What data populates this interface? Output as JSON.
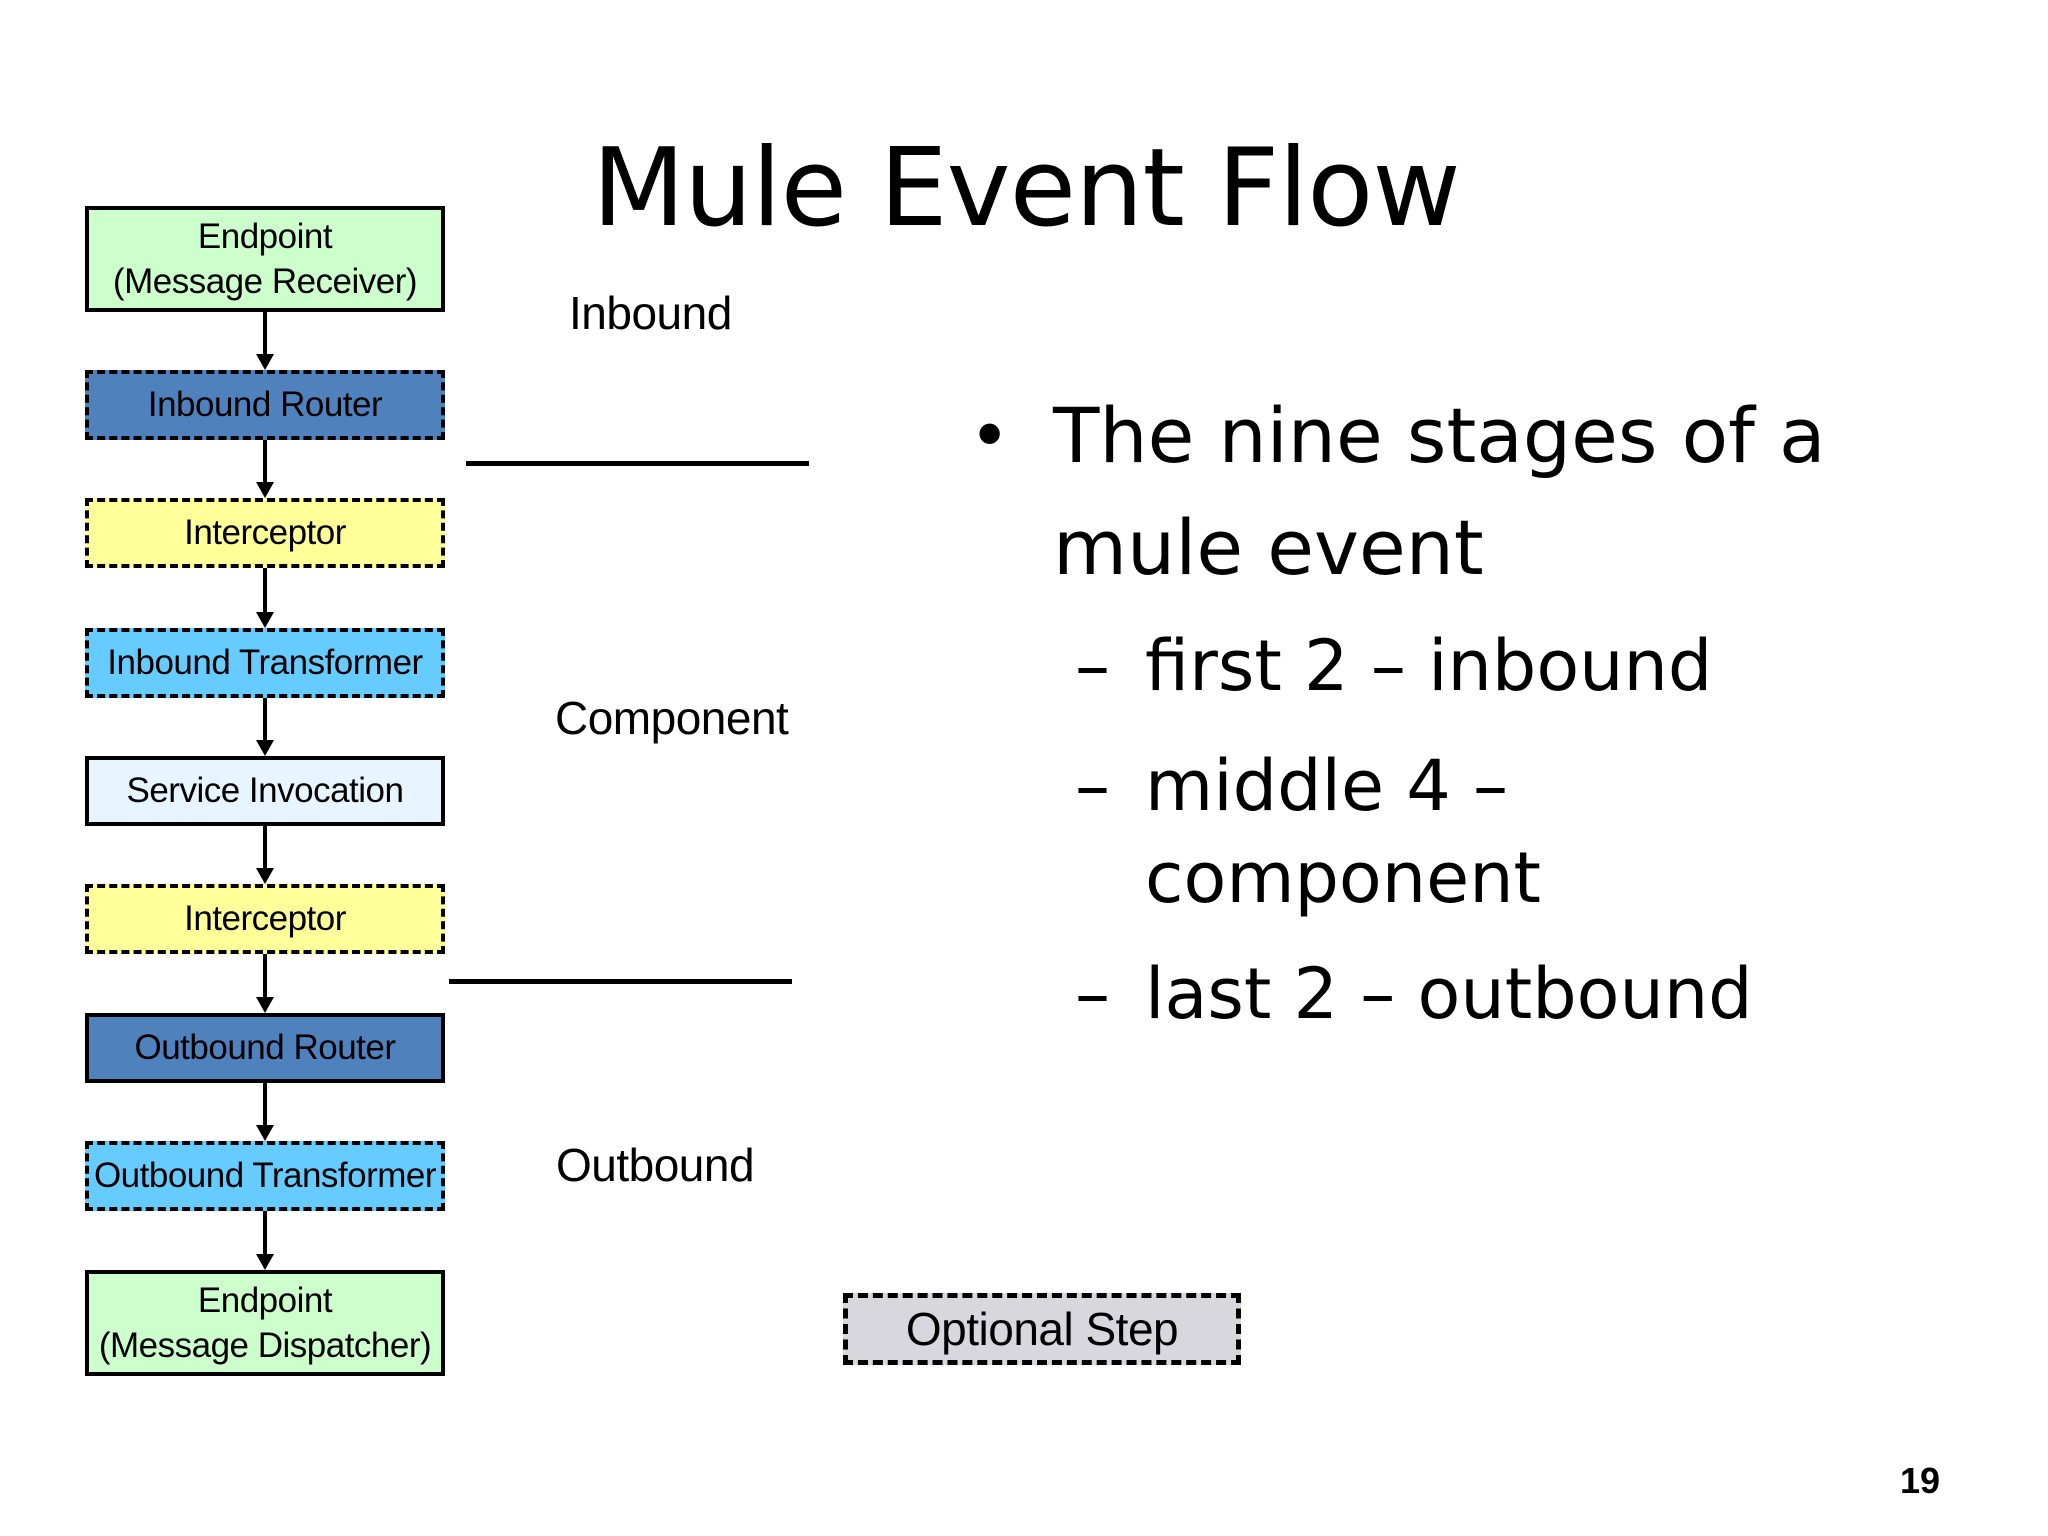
{
  "slide": {
    "title": "Mule Event Flow",
    "page_number": "19"
  },
  "flow": {
    "stages": [
      {
        "line1": "Endpoint",
        "line2": "(Message Receiver)",
        "fill": "#ccffcc",
        "border": "solid"
      },
      {
        "line1": "Inbound Router",
        "line2": "",
        "fill": "#4f81bd",
        "border": "dashed"
      },
      {
        "line1": "Interceptor",
        "line2": "",
        "fill": "#ffff99",
        "border": "dashed"
      },
      {
        "line1": "Inbound Transformer",
        "line2": "",
        "fill": "#66ccff",
        "border": "dashed"
      },
      {
        "line1": "Service Invocation",
        "line2": "",
        "fill": "#e6f5ff",
        "border": "solid"
      },
      {
        "line1": "Interceptor",
        "line2": "",
        "fill": "#ffff99",
        "border": "dashed"
      },
      {
        "line1": "Outbound Router",
        "line2": "",
        "fill": "#4f81bd",
        "border": "solid"
      },
      {
        "line1": "Outbound Transformer",
        "line2": "",
        "fill": "#66ccff",
        "border": "dashed"
      },
      {
        "line1": "Endpoint",
        "line2": "(Message Dispatcher)",
        "fill": "#ccffcc",
        "border": "solid"
      }
    ],
    "sections": {
      "inbound": "Inbound",
      "component": "Component",
      "outbound": "Outbound"
    }
  },
  "bullets": {
    "main": {
      "marker": "•",
      "text": "The nine stages of a mule event"
    },
    "subs": [
      {
        "marker": "–",
        "text": "first 2 – inbound"
      },
      {
        "marker": "–",
        "text": "middle 4 – component"
      },
      {
        "marker": "–",
        "text": "last 2 – outbound"
      }
    ]
  },
  "legend": {
    "label": "Optional Step",
    "fill": "#d9d7de"
  }
}
